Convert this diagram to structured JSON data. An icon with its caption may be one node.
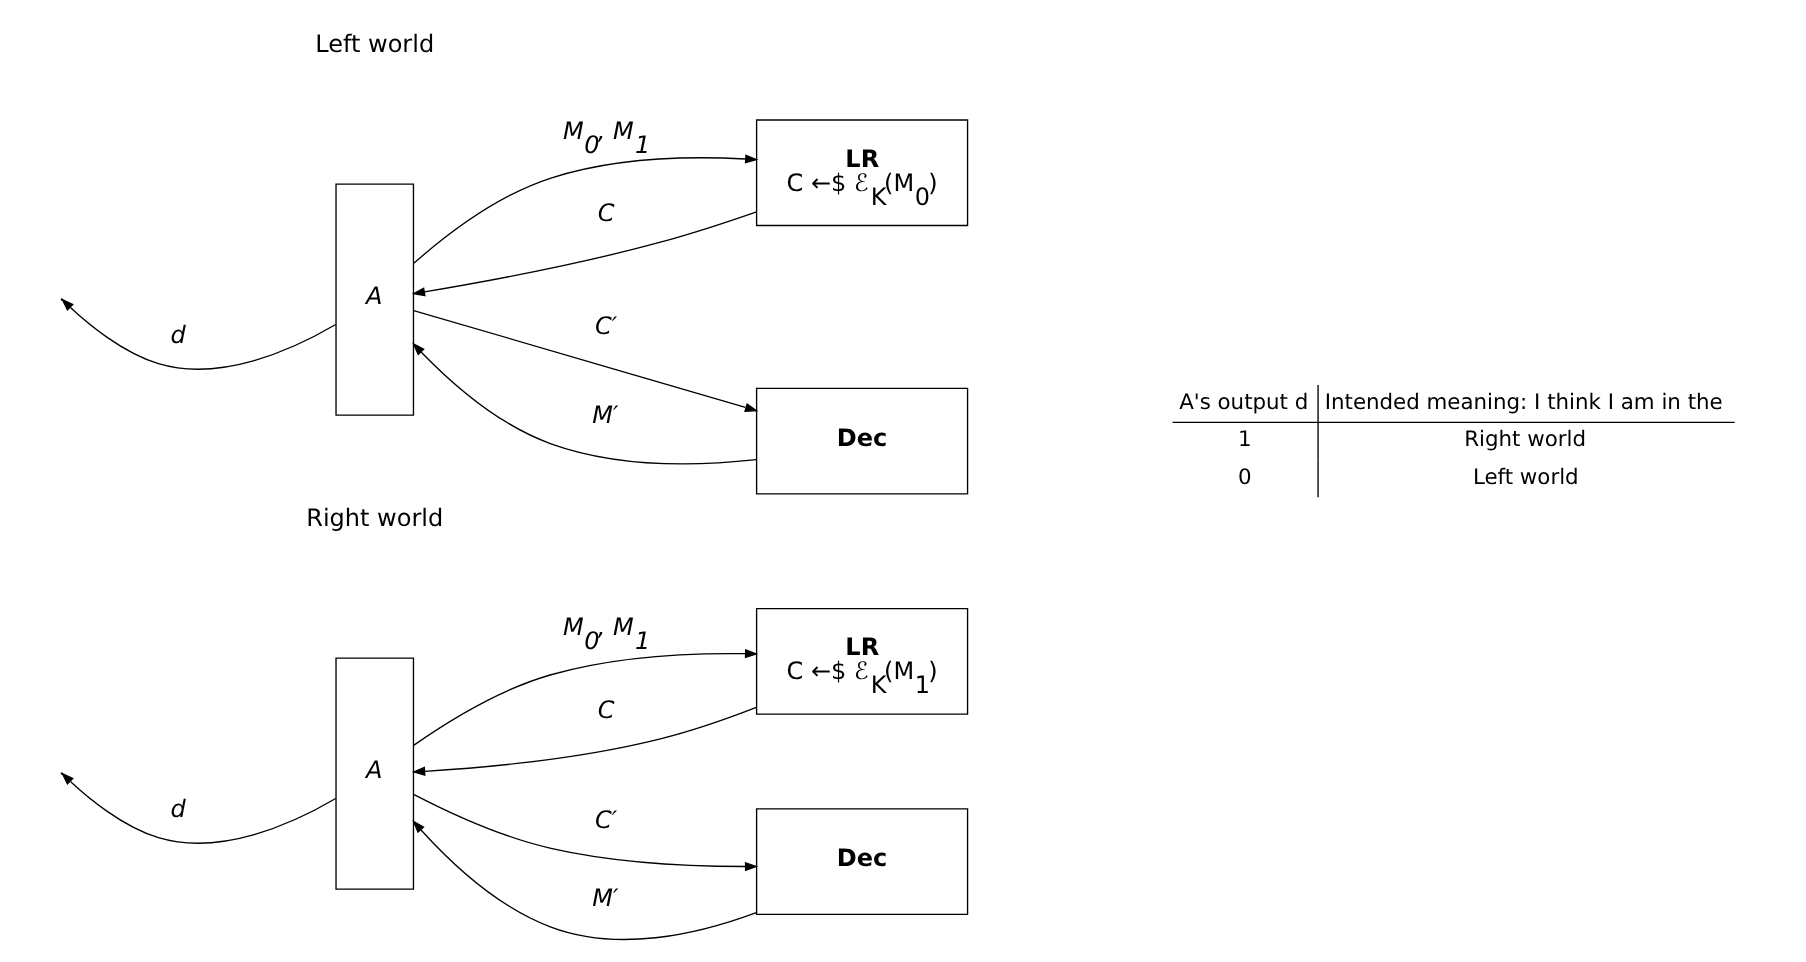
{
  "diagram": {
    "nodes": [
      {
        "text": [
          "A"
        ]
      },
      {
        "text": [
          "LR",
          "C ←$ ℰ$_{K}$(M$_{0}$)"
        ]
      },
      {
        "text": [
          "Dec"
        ]
      },
      {
        "text": [
          "A"
        ]
      },
      {
        "text": [
          "LR",
          "C ←$ ℰ$_{K}$(M$_{1}$)"
        ]
      },
      {
        "text": [
          "Dec"
        ]
      }
    ],
    "edges": [
      {
        "from": 0,
        "to": 1,
        "arrow": "to",
        "label": "M$_{0}$, M$_{1}$"
      },
      {
        "from": 1,
        "to": 0,
        "arrow": "to",
        "label": "C"
      },
      {
        "from": 0,
        "to": 2,
        "arrow": "to",
        "label": "C′"
      },
      {
        "from": 2,
        "to": 0,
        "arrow": "to",
        "label": "M′"
      },
      {
        "from": 0,
        "to": null,
        "arrow": "to",
        "label": "d"
      },
      {
        "from": 3,
        "to": 4,
        "arrow": "to",
        "label": "M$_{0}$, M$_{1}$"
      },
      {
        "from": 4,
        "to": 3,
        "arrow": "to",
        "label": "C"
      },
      {
        "from": 3,
        "to": 5,
        "arrow": "to",
        "label": "C′"
      },
      {
        "from": 5,
        "to": 3,
        "arrow": "to",
        "label": "M′"
      },
      {
        "from": 3,
        "to": null,
        "arrow": "to",
        "label": "d"
      }
    ],
    "labels": [
      "Left world",
      "Right world",
      "A's output d",
      "Intended meaning: I think I am in the",
      "1",
      "Right world",
      "0",
      "Left world"
    ]
  }
}
